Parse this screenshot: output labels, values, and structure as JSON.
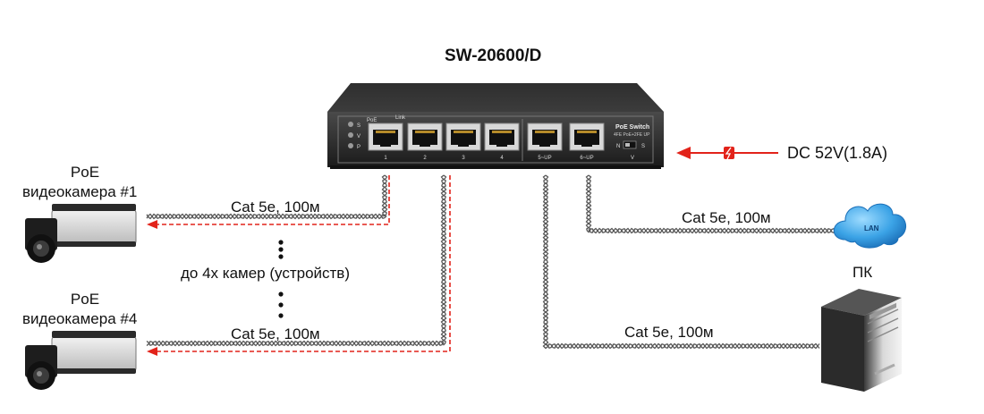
{
  "switch": {
    "model": "SW-20600/D",
    "brand_label": "PoE Switch",
    "sub_label": "4FE  PoE+2FE  UP",
    "panel_poe": "PoE",
    "panel_link": "Link",
    "leds": [
      "S",
      "V",
      "P"
    ],
    "port_labels": [
      "1",
      "2",
      "3",
      "4",
      "5~UP",
      "6~UP"
    ],
    "dip_labels": [
      "N",
      "S",
      "V"
    ]
  },
  "power": {
    "label": "DC 52V(1.8A)",
    "arrow_color": "#e2231a"
  },
  "cameras": [
    {
      "line1": "PoE",
      "line2": "видеокамера #1"
    },
    {
      "line1": "PoE",
      "line2": "видеокамера #4"
    }
  ],
  "middle_note": "до 4х камер (устройств)",
  "cable_labels": {
    "cam1": "Cat 5e, 100м",
    "cam4": "Cat 5e, 100м",
    "lan": "Cat 5e, 100м",
    "pc": "Cat 5e, 100м"
  },
  "lan_cloud": "LAN",
  "pc_label": "ПК",
  "colors": {
    "poe_dashed": "#e2231a",
    "cable": "#555555",
    "cloud": "#2a8fd6"
  }
}
